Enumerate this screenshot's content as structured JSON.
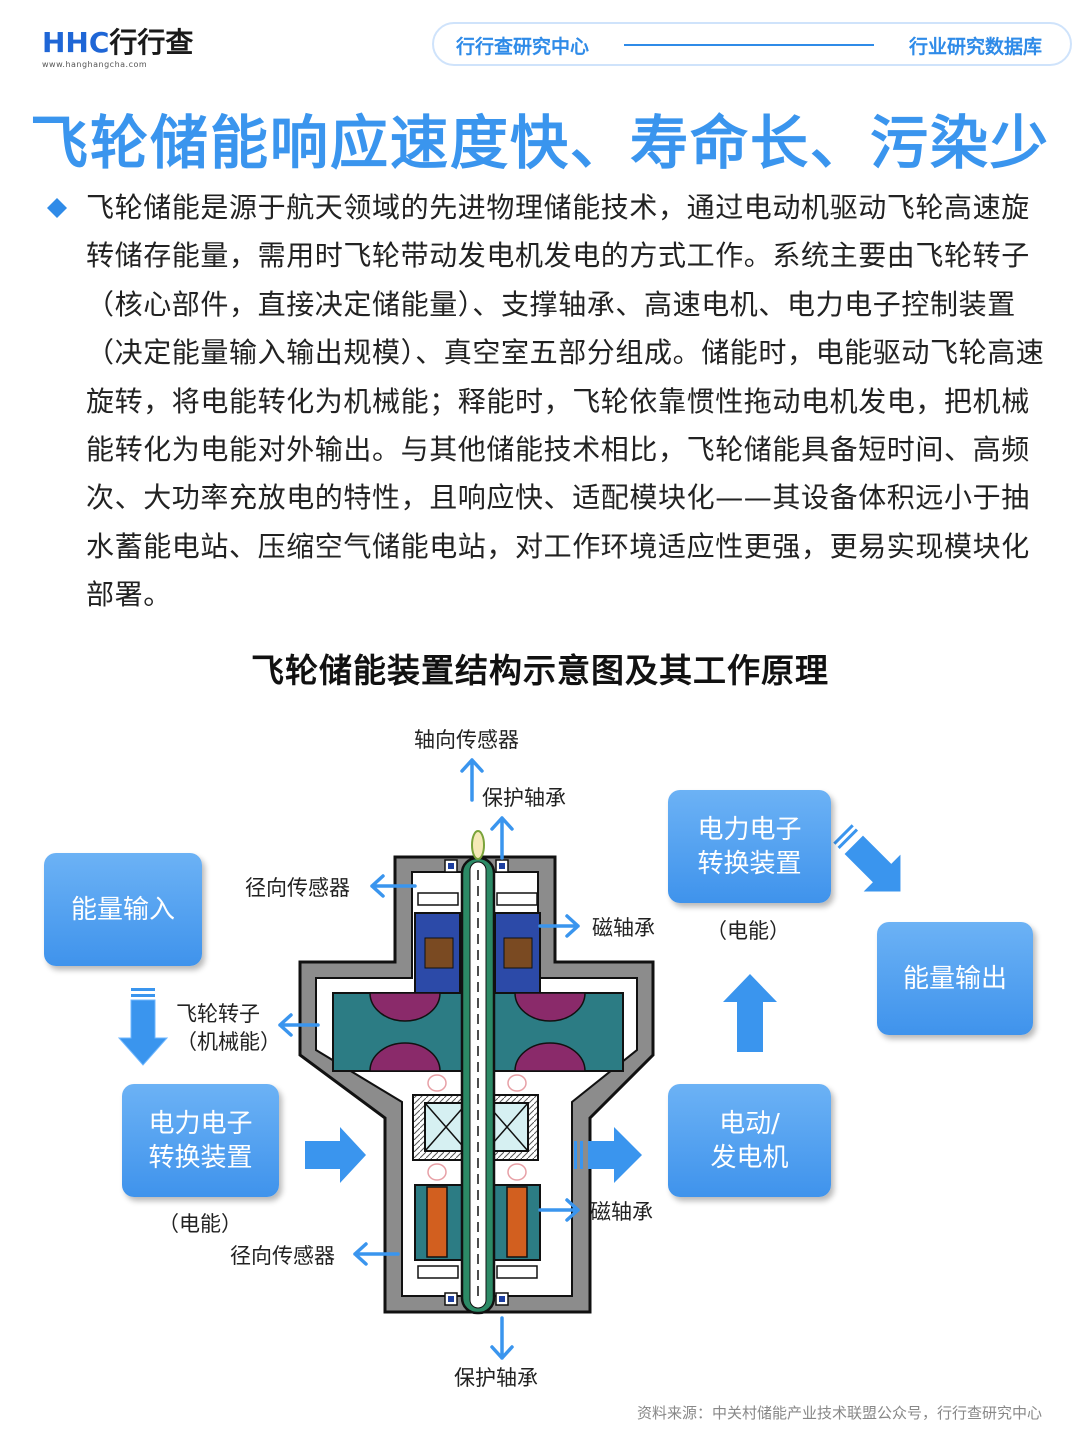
{
  "header": {
    "logo_mark": "HHC",
    "logo_cn": "行行查",
    "logo_url": "www.hanghangcha.com",
    "pill_left": "行行查研究中心",
    "pill_right": "行业研究数据库"
  },
  "title": "飞轮储能响应速度快、寿命长、污染少",
  "paragraph": "飞轮储能是源于航天领域的先进物理储能技术，通过电动机驱动飞轮高速旋转储存能量，需用时飞轮带动发电机发电的方式工作。系统主要由飞轮转子（核心部件，直接决定储能量）、支撑轴承、高速电机、电力电子控制装置（决定能量输入输出规模）、真空室五部分组成。储能时，电能驱动飞轮高速旋转，将电能转化为机械能；释能时，飞轮依靠惯性拖动电机发电，把机械能转化为电能对外输出。与其他储能技术相比，飞轮储能具备短时间、高频次、大功率充放电的特性，且响应快、适配模块化——其设备体积远小于抽水蓄能电站、压缩空气储能电站，对工作环境适应性更强，更易实现模块化部署。",
  "figure": {
    "title": "飞轮储能装置结构示意图及其工作原理",
    "boxes": {
      "energy_in": "能量输入",
      "converter_left": "电力电子\n转换装置",
      "converter_right": "电力电子\n转换装置",
      "motor_generator": "电动/\n发电机",
      "energy_out": "能量输出"
    },
    "labels": {
      "axial_sensor": "轴向传感器",
      "protect_bearing_top": "保护轴承",
      "radial_sensor_top": "径向传感器",
      "magnetic_bearing_top": "磁轴承",
      "flywheel_rotor": "飞轮转子\n（机械能）",
      "electric_energy_left": "（电能）",
      "electric_energy_right": "（电能）",
      "magnetic_bearing_bottom": "磁轴承",
      "radial_sensor_bottom": "径向传感器",
      "protect_bearing_bottom": "保护轴承"
    }
  },
  "source": "资料来源：中关村储能产业技术联盟公众号，行行查研究中心",
  "colors": {
    "brand_blue": "#1f66d6",
    "accent_blue": "#3a95ee",
    "box_blue": "#4a9bee",
    "rotor_teal": "#2c7c84",
    "magnet_purple": "#8a2a6a",
    "housing_gray": "#8c8c8c"
  }
}
